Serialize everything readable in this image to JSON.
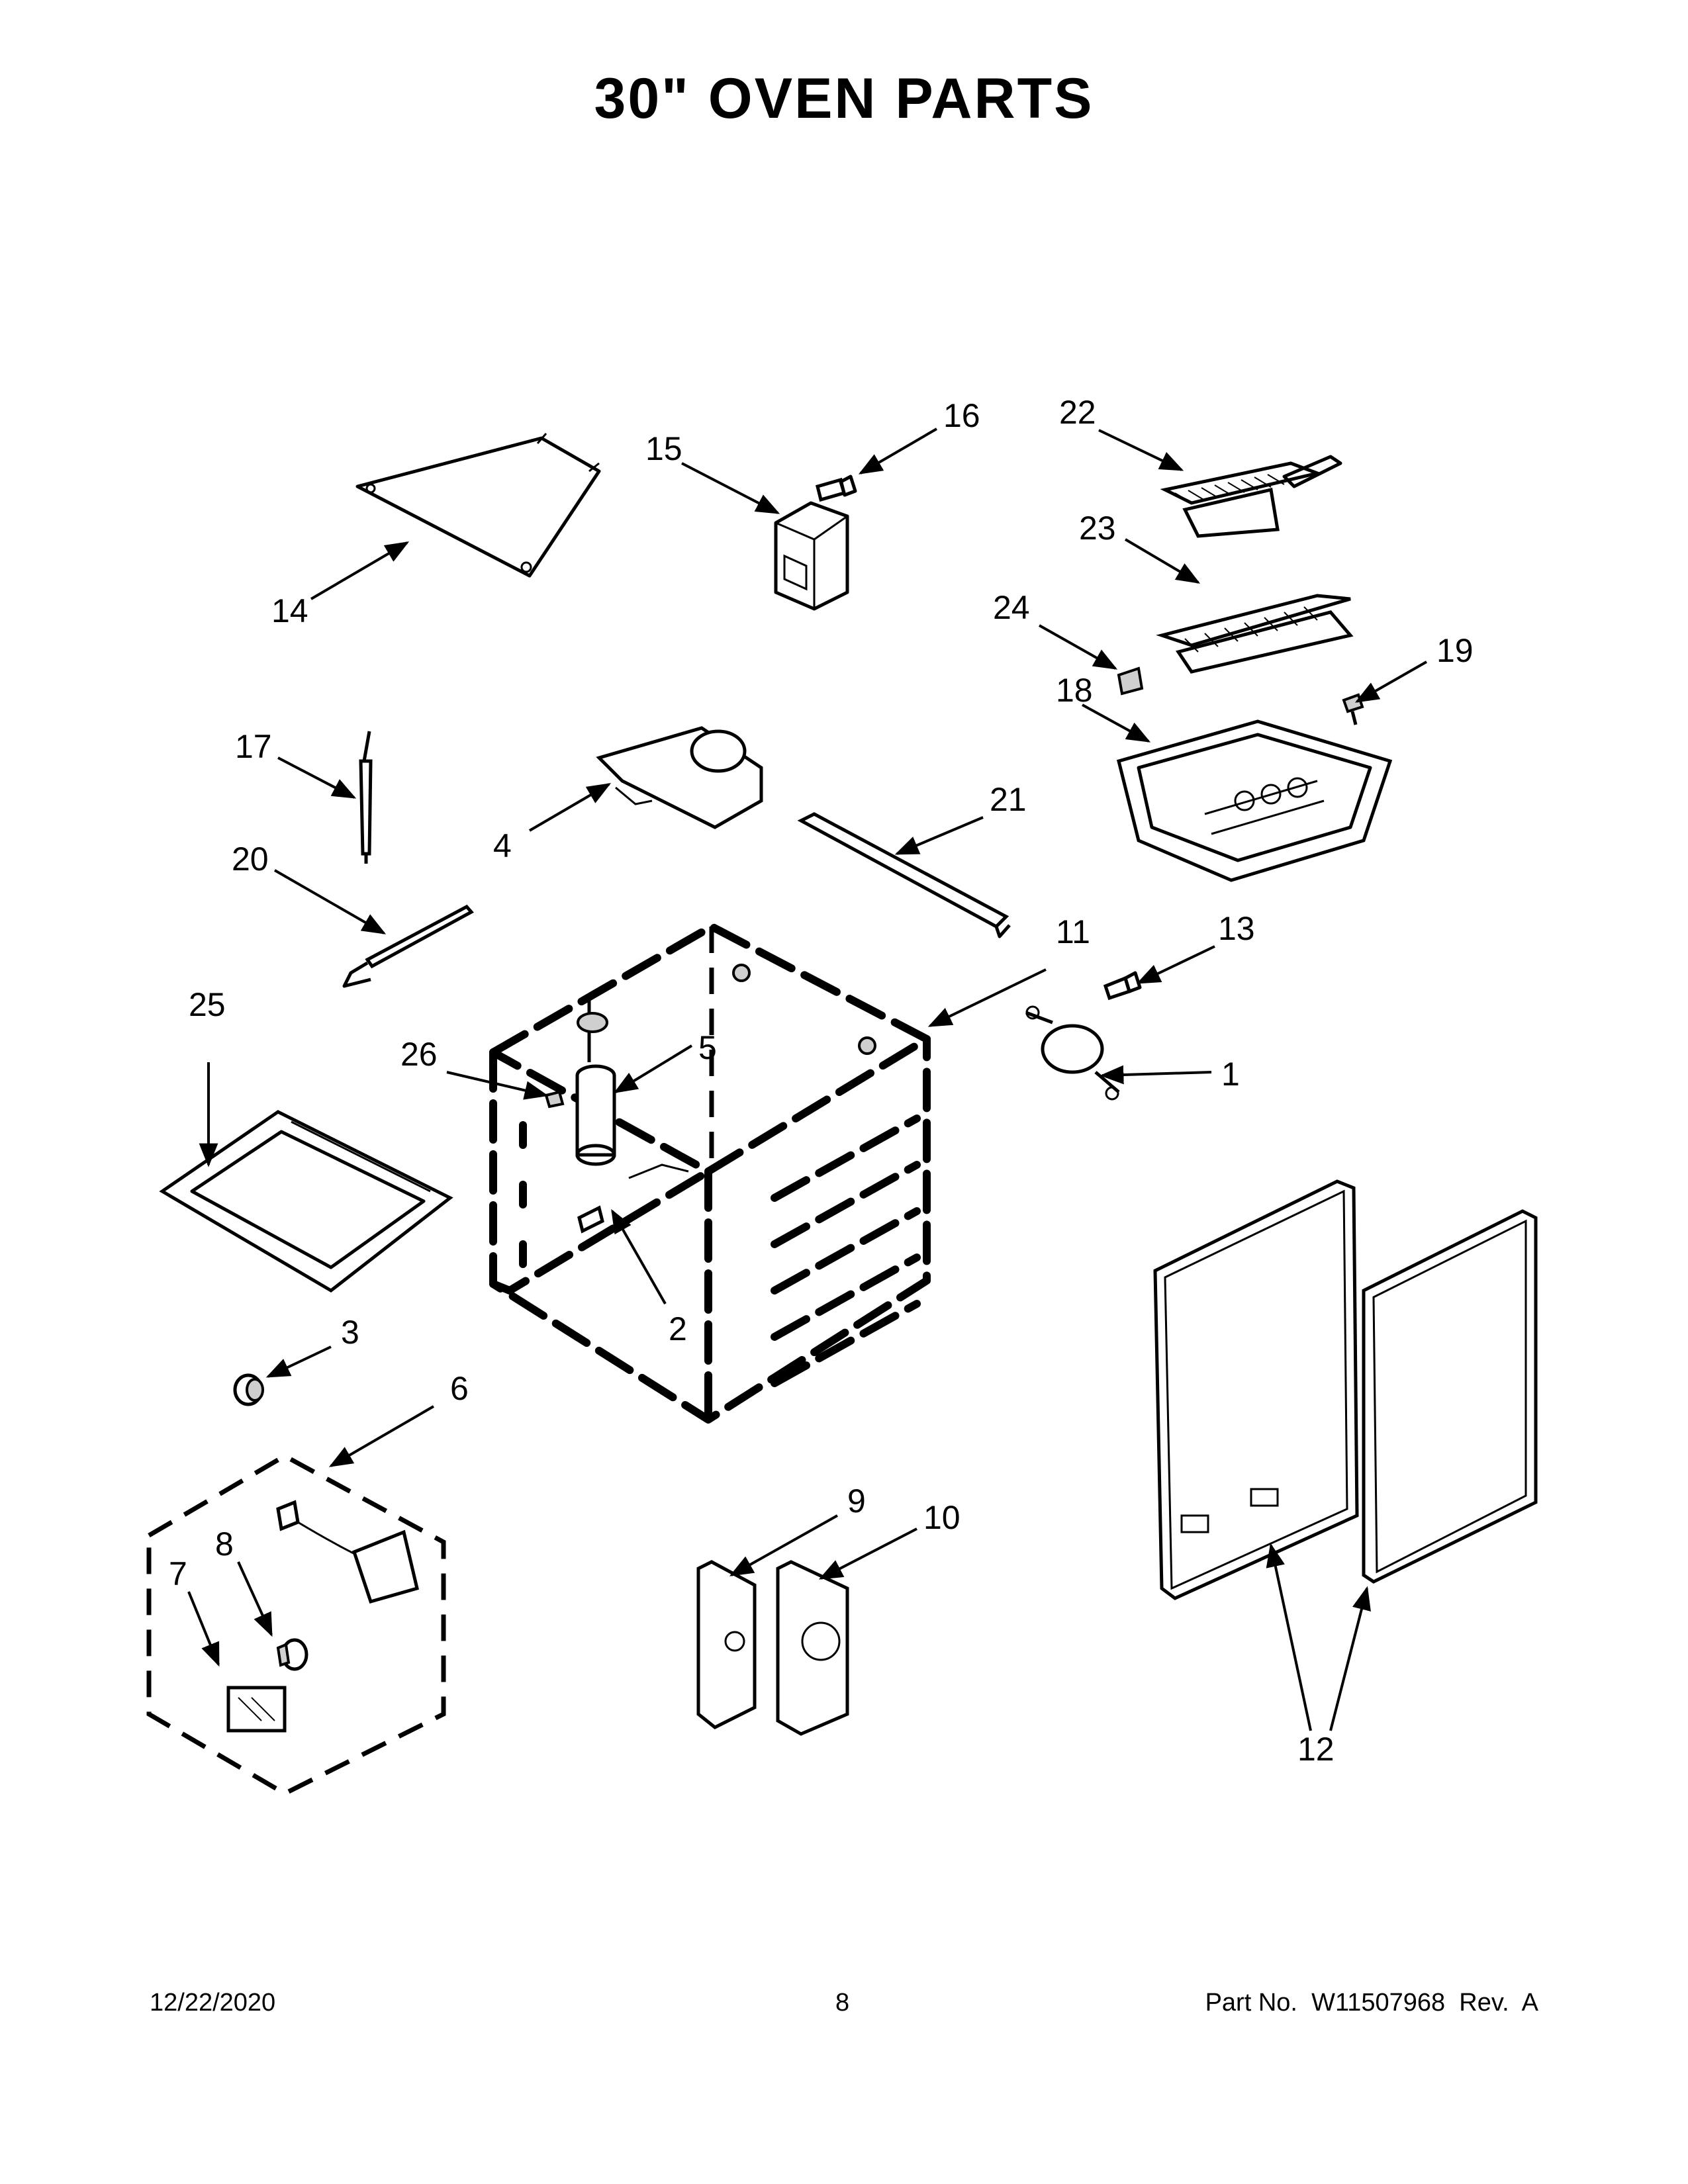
{
  "title": "30\" OVEN PARTS",
  "callouts": [
    "1",
    "2",
    "3",
    "4",
    "5",
    "6",
    "7",
    "8",
    "9",
    "10",
    "11",
    "12",
    "13",
    "14",
    "15",
    "16",
    "17",
    "18",
    "19",
    "20",
    "21",
    "22",
    "23",
    "24",
    "25",
    "26"
  ],
  "footer": {
    "date": "12/22/2020",
    "page": "8",
    "part_number": "Part No.  W11507968  Rev.  A"
  }
}
